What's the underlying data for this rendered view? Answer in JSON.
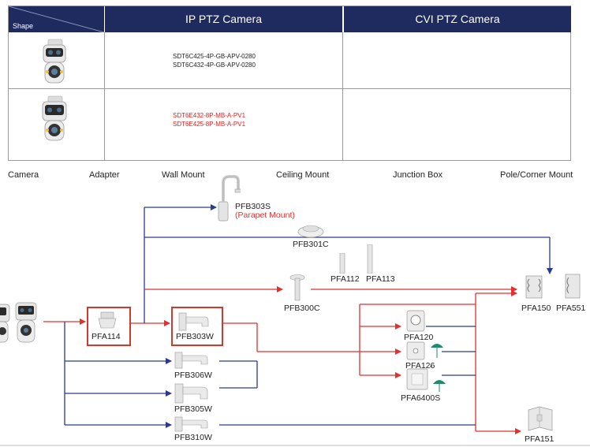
{
  "table": {
    "shape_label": "Shape",
    "ip_header": "IP PTZ Camera",
    "cvi_header": "CVI PTZ Camera",
    "rows": [
      {
        "ip_models": [
          "SDT6C425-4P-GB-APV-0280",
          "SDT6C432-4P-GB-APV-0280"
        ],
        "cvi_models": []
      },
      {
        "ip_models": [
          "SDT6E432-8P-MB-A-PV1",
          "SDT6E425-8P-MB-A-PV1"
        ],
        "cvi_models": []
      }
    ]
  },
  "columns": [
    "Camera",
    "Adapter",
    "Wall Mount",
    "Ceiling Mount",
    "Junction Box",
    "Pole/Corner Mount"
  ],
  "nodes": {
    "pfb303s": "PFB303S",
    "parapet": "(Parapet Mount)",
    "pfb301c": "PFB301C",
    "pfa112": "PFA112",
    "pfa113": "PFA113",
    "pfb300c": "PFB300C",
    "pfa114": "PFA114",
    "pfb303w": "PFB303W",
    "pfb306w": "PFB306W",
    "pfb305w": "PFB305W",
    "pfb310w": "PFB310W",
    "pfa120": "PFA120",
    "pfa126": "PFA126",
    "pfa6400s": "PFA6400S",
    "pfa150": "PFA150",
    "pfa551": "PFA551",
    "pfa151": "PFA151"
  },
  "colors": {
    "header": "#1f2a5e",
    "red": "#e03030",
    "blue": "#2c3a8c",
    "box": "#d0392b"
  }
}
